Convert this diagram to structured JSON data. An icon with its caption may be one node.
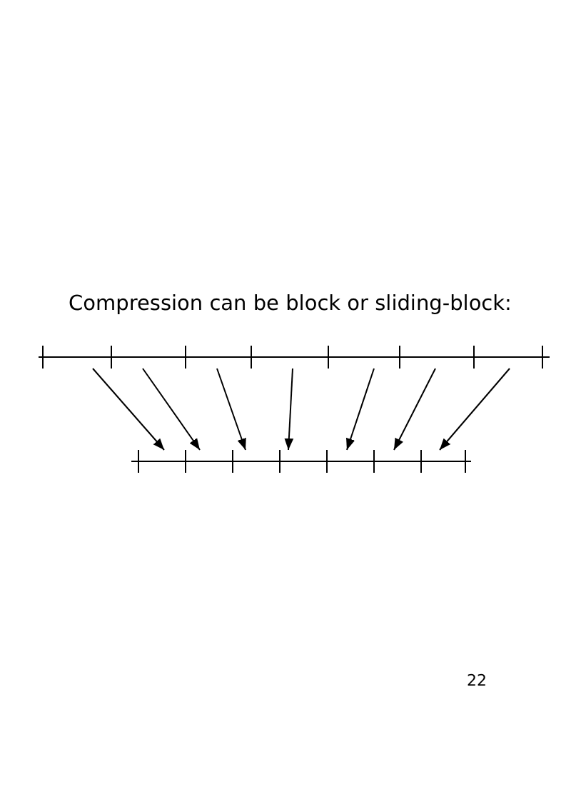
{
  "diagram": {
    "title": "Compression can be block or sliding-block:",
    "nodes": [
      {
        "text": [],
        "shape": "bar"
      },
      {
        "text": [],
        "shape": "bar"
      },
      {
        "text": [],
        "shape": "bar"
      },
      {
        "text": [],
        "shape": "bar"
      },
      {
        "text": [],
        "shape": "bar"
      },
      {
        "text": [],
        "shape": "bar"
      },
      {
        "text": [],
        "shape": "bar"
      },
      {
        "text": [],
        "shape": "bar"
      },
      {
        "text": [],
        "shape": "bar"
      },
      {
        "text": [],
        "shape": "bar"
      },
      {
        "text": [],
        "shape": "bar"
      },
      {
        "text": [],
        "shape": "bar"
      },
      {
        "text": [],
        "shape": "bar"
      },
      {
        "text": [],
        "shape": "bar"
      }
    ],
    "edges": [
      {
        "from": 0,
        "to": 7,
        "arrow": "to"
      },
      {
        "from": 1,
        "to": 8,
        "arrow": "to"
      },
      {
        "from": 2,
        "to": 9,
        "arrow": "to"
      },
      {
        "from": 3,
        "to": 10,
        "arrow": "to"
      },
      {
        "from": 4,
        "to": 11,
        "arrow": "to"
      },
      {
        "from": 5,
        "to": 12,
        "arrow": "to"
      },
      {
        "from": 6,
        "to": 13,
        "arrow": "to"
      }
    ],
    "labels": [
      "22"
    ]
  }
}
